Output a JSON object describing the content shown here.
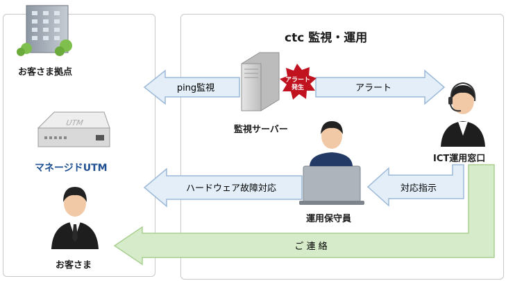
{
  "title": "ctc 監視・運用",
  "labels": {
    "customer_site": "お客さま拠点",
    "managed_utm": "マネージドUTM",
    "customer": "お客さま",
    "monitoring_server": "監視サーバー",
    "ict_desk": "ICT運用窓口",
    "ops_staff": "運用保守員",
    "alert_burst_line1": "アラート",
    "alert_burst_line2": "発生",
    "utm_device_text": "UTM"
  },
  "arrows": {
    "ping": "ping監視",
    "alert": "アラート",
    "instruct": "対応指示",
    "hardware": "ハードウェア故障対応",
    "contact": "ご 連 絡"
  },
  "colors": {
    "arrow_fill": "#e3eef9",
    "arrow_stroke": "#9bb8d8",
    "contact_fill": "#d6ebc9",
    "contact_stroke": "#a9cf90",
    "burst": "#c0121f",
    "accent_blue": "#1d4f91"
  }
}
